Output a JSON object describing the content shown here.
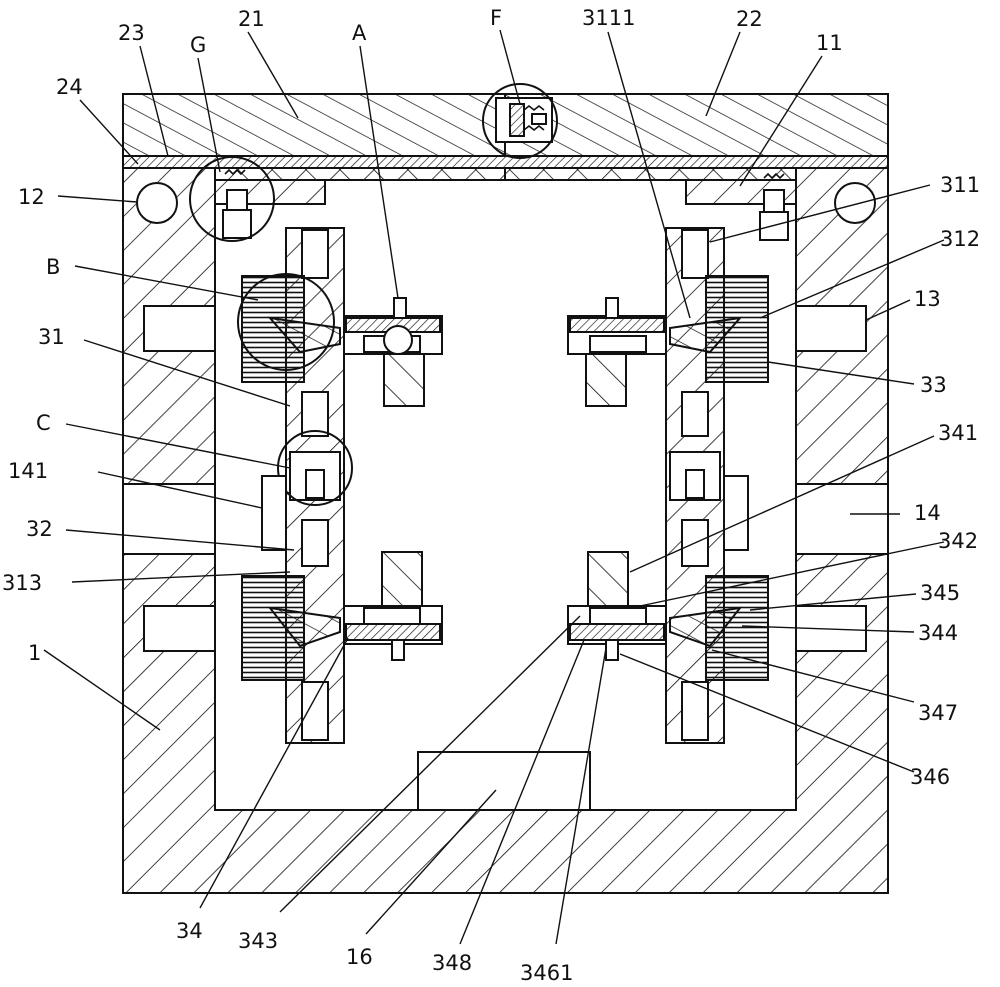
{
  "colors": {
    "line": "#111111",
    "background": "#ffffff"
  },
  "labels": {
    "l23": "23",
    "l21": "21",
    "lG": "G",
    "lA": "A",
    "lF": "F",
    "l3111": "3111",
    "l22": "22",
    "l11": "11",
    "l24": "24",
    "l12": "12",
    "l311": "311",
    "l312": "312",
    "lB": "B",
    "l13": "13",
    "l31": "31",
    "l33": "33",
    "l341": "341",
    "lC": "C",
    "l141": "141",
    "l14": "14",
    "l32": "32",
    "l342": "342",
    "l313": "313",
    "l345": "345",
    "l344": "344",
    "l1": "1",
    "l347": "347",
    "l346": "346",
    "l34": "34",
    "l343": "343",
    "l16": "16",
    "l348": "348",
    "l3461": "3461"
  }
}
